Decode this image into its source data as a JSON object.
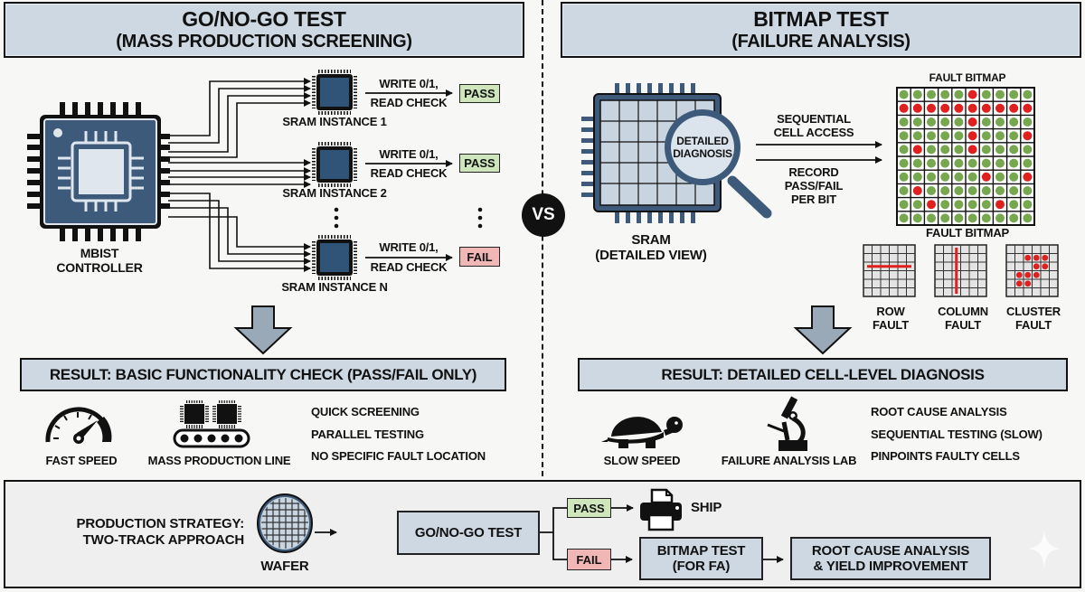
{
  "left_panel": {
    "title_line1": "GO/NO-GO TEST",
    "title_line2": "(MASS PRODUCTION SCREENING)",
    "controller_label_line1": "MBIST",
    "controller_label_line2": "CONTROLLER",
    "instances": [
      {
        "name": "SRAM INSTANCE 1",
        "op_line1": "WRITE 0/1,",
        "op_line2": "READ CHECK",
        "result": "PASS"
      },
      {
        "name": "SRAM INSTANCE 2",
        "op_line1": "WRITE 0/1,",
        "op_line2": "READ CHECK",
        "result": "PASS"
      },
      {
        "name": "SRAM INSTANCE N",
        "op_line1": "WRITE 0/1,",
        "op_line2": "READ CHECK",
        "result": "FAIL"
      }
    ],
    "result": "RESULT: BASIC FUNCTIONALITY CHECK (PASS/FAIL ONLY)",
    "icons": [
      {
        "icon": "speedometer-icon",
        "label": "FAST SPEED"
      },
      {
        "icon": "conveyor-icon",
        "label": "MASS PRODUCTION LINE"
      }
    ],
    "features": [
      "QUICK SCREENING",
      "PARALLEL TESTING",
      "NO SPECIFIC FAULT LOCATION"
    ]
  },
  "vs_label": "VS",
  "right_panel": {
    "title_line1": "BITMAP TEST",
    "title_line2": "(FAILURE ANALYSIS)",
    "magnifier_line1": "DETAILED",
    "magnifier_line2": "DIAGNOSIS",
    "sram_label_line1": "SRAM",
    "sram_label_line2": "(DETAILED VIEW)",
    "arrow1_line1": "SEQUENTIAL",
    "arrow1_line2": "CELL ACCESS",
    "arrow2_line1": "RECORD",
    "arrow2_line2": "PASS/FAIL",
    "arrow2_line3": "PER BIT",
    "bitmap_title": "FAULT BITMAP",
    "bitmap_caption": "FAULT BITMAP",
    "bitmap_fail_cells": [
      [
        0,
        5
      ],
      [
        1,
        0
      ],
      [
        1,
        1
      ],
      [
        1,
        2
      ],
      [
        1,
        3
      ],
      [
        1,
        4
      ],
      [
        1,
        5
      ],
      [
        1,
        6
      ],
      [
        1,
        7
      ],
      [
        1,
        8
      ],
      [
        1,
        9
      ],
      [
        2,
        5
      ],
      [
        3,
        5
      ],
      [
        3,
        9
      ],
      [
        4,
        1
      ],
      [
        4,
        5
      ],
      [
        6,
        6
      ],
      [
        6,
        9
      ],
      [
        7,
        1
      ],
      [
        8,
        2
      ],
      [
        8,
        7
      ]
    ],
    "bitmap_size": 10,
    "fault_types": [
      {
        "line1": "ROW",
        "line2": "FAULT"
      },
      {
        "line1": "COLUMN",
        "line2": "FAULT"
      },
      {
        "line1": "CLUSTER",
        "line2": "FAULT"
      }
    ],
    "result": "RESULT: DETAILED CELL-LEVEL DIAGNOSIS",
    "icons": [
      {
        "icon": "turtle-icon",
        "label": "SLOW SPEED"
      },
      {
        "icon": "microscope-icon",
        "label": "FAILURE ANALYSIS LAB"
      }
    ],
    "features": [
      "ROOT CAUSE ANALYSIS",
      "SEQUENTIAL TESTING (SLOW)",
      "PINPOINTS FAULTY CELLS"
    ]
  },
  "strategy": {
    "label_line1": "PRODUCTION STRATEGY:",
    "label_line2": "TWO-TRACK APPROACH",
    "wafer_label": "WAFER",
    "gonogo_box": "GO/NO-GO TEST",
    "pass_label": "PASS",
    "fail_label": "FAIL",
    "ship_label": "SHIP",
    "bitmap_box_line1": "BITMAP TEST",
    "bitmap_box_line2": "(FOR FA)",
    "rca_box_line1": "ROOT CAUSE ANALYSIS",
    "rca_box_line2": "& YIELD IMPROVEMENT"
  },
  "colors": {
    "header_fill": "#cdd8e3",
    "chip_blue": "#3d5a7a",
    "pass_fill": "#cfe6bd",
    "fail_fill": "#f1b7b7",
    "bit_pass": "#77a84f",
    "bit_fail": "#e0201e",
    "arrow_fill": "#9aa9b8"
  }
}
